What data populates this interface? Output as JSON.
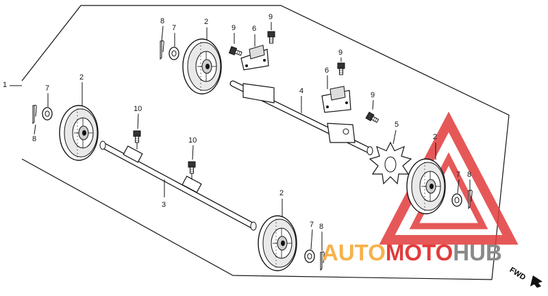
{
  "callouts": [
    {
      "id": "c1",
      "text": "1"
    },
    {
      "id": "c2a",
      "text": "2"
    },
    {
      "id": "c2b",
      "text": "2"
    },
    {
      "id": "c2c",
      "text": "2"
    },
    {
      "id": "c2d",
      "text": "2"
    },
    {
      "id": "c3",
      "text": "3"
    },
    {
      "id": "c4",
      "text": "4"
    },
    {
      "id": "c5",
      "text": "5"
    },
    {
      "id": "c6a",
      "text": "6"
    },
    {
      "id": "c6b",
      "text": "6"
    },
    {
      "id": "c7a",
      "text": "7"
    },
    {
      "id": "c7b",
      "text": "7"
    },
    {
      "id": "c7c",
      "text": "7"
    },
    {
      "id": "c7d",
      "text": "7"
    },
    {
      "id": "c8a",
      "text": "8"
    },
    {
      "id": "c8b",
      "text": "8"
    },
    {
      "id": "c8c",
      "text": "8"
    },
    {
      "id": "c8d",
      "text": "8"
    },
    {
      "id": "c9a",
      "text": "9"
    },
    {
      "id": "c9b",
      "text": "9"
    },
    {
      "id": "c9c",
      "text": "9"
    },
    {
      "id": "c9d",
      "text": "9"
    },
    {
      "id": "c10a",
      "text": "10"
    },
    {
      "id": "c10b",
      "text": "10"
    }
  ],
  "watermark": {
    "part1": "AUTO",
    "part2": "MOTO",
    "part3": "HUB"
  },
  "direction": {
    "label": "FWD"
  },
  "colors": {
    "line": "#111111",
    "wm_red": "#e23b3b",
    "wm_orange": "#f6b24a",
    "wm_gray": "#8a8a8a"
  }
}
